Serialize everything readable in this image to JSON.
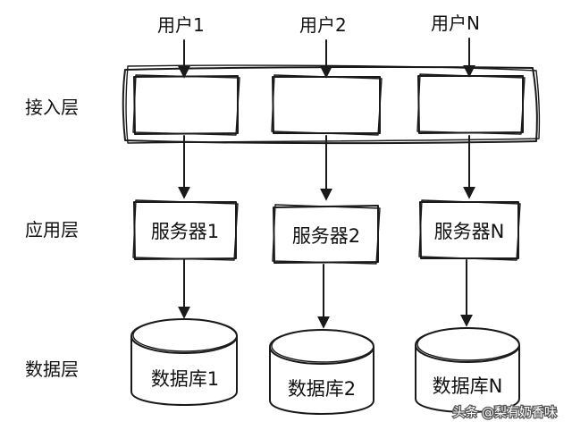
{
  "layers": {
    "access": "接入层",
    "application": "应用层",
    "data": "数据层"
  },
  "users": [
    "用户1",
    "用户2",
    "用户N"
  ],
  "servers": [
    "服务器1",
    "服务器2",
    "服务器N"
  ],
  "databases": [
    "数据库1",
    "数据库2",
    "数据库N"
  ],
  "watermark": "头条 @梨有奶香味"
}
